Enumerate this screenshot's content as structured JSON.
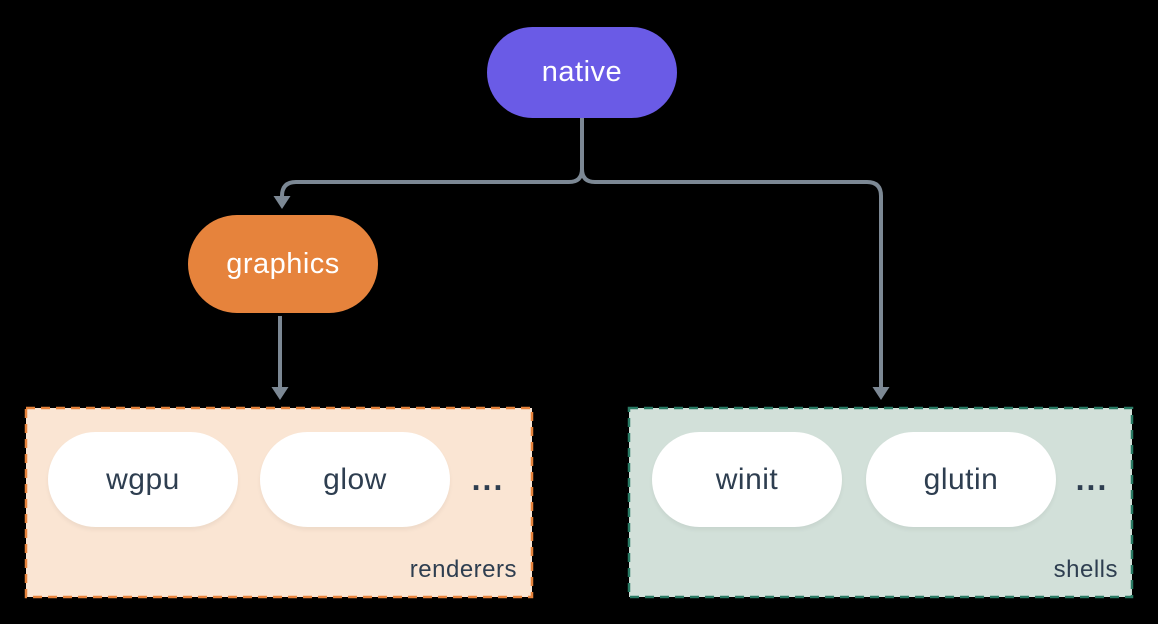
{
  "diagram": {
    "nodes": {
      "native": {
        "label": "native",
        "bg": "#6A5BE6",
        "text_color": "#FFFFFF"
      },
      "graphics": {
        "label": "graphics",
        "bg": "#E6833C",
        "text_color": "#FFFFFF"
      }
    },
    "groups": [
      {
        "label": "renderers",
        "items": [
          "wgpu",
          "glow"
        ],
        "ellipsis": "...",
        "bg": "#FAE5D3",
        "border_color": "#E6833C",
        "label_color": "#2E3E50"
      },
      {
        "label": "shells",
        "items": [
          "winit",
          "glutin"
        ],
        "ellipsis": "...",
        "bg": "#D2E0D9",
        "border_color": "#2A7A64",
        "label_color": "#2E3E50"
      }
    ],
    "edges": [
      {
        "from": "native",
        "to": "graphics"
      },
      {
        "from": "native",
        "to": "shells"
      },
      {
        "from": "graphics",
        "to": "renderers"
      }
    ],
    "colors": {
      "background": "#000000",
      "connector": "#7C8894",
      "pill_bg": "#FFFFFF",
      "pill_text": "#2E3E50"
    }
  }
}
